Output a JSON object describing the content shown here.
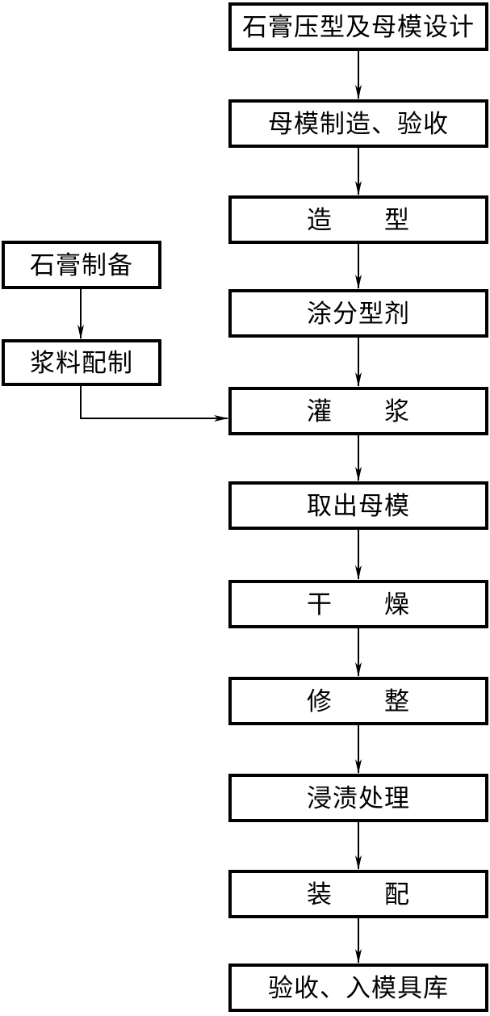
{
  "diagram": {
    "type": "flowchart",
    "orientation": "top-down",
    "background_color": "#ffffff",
    "line_color": "#000000",
    "main_flow": [
      {
        "id": "m1",
        "label": "石膏压型及母模设计"
      },
      {
        "id": "m2",
        "label": "母模制造、验收"
      },
      {
        "id": "m3",
        "label": "造　　型"
      },
      {
        "id": "m4",
        "label": "涂分型剂"
      },
      {
        "id": "m5",
        "label": "灌　　浆"
      },
      {
        "id": "m6",
        "label": "取出母模"
      },
      {
        "id": "m7",
        "label": "干　　燥"
      },
      {
        "id": "m8",
        "label": "修　　整"
      },
      {
        "id": "m9",
        "label": "浸渍处理"
      },
      {
        "id": "m10",
        "label": "装　　配"
      },
      {
        "id": "m11",
        "label": "验收、入模具库"
      }
    ],
    "side_flow": [
      {
        "id": "s1",
        "label": "石膏制备"
      },
      {
        "id": "s2",
        "label": "浆料配制"
      }
    ],
    "edges": [
      {
        "from": "m1",
        "to": "m2"
      },
      {
        "from": "m2",
        "to": "m3"
      },
      {
        "from": "m3",
        "to": "m4"
      },
      {
        "from": "m4",
        "to": "m5"
      },
      {
        "from": "m5",
        "to": "m6"
      },
      {
        "from": "m6",
        "to": "m7"
      },
      {
        "from": "m7",
        "to": "m8"
      },
      {
        "from": "m8",
        "to": "m9"
      },
      {
        "from": "m9",
        "to": "m10"
      },
      {
        "from": "m10",
        "to": "m11"
      },
      {
        "from": "s1",
        "to": "s2"
      },
      {
        "from": "s2",
        "to": "m5"
      }
    ]
  }
}
